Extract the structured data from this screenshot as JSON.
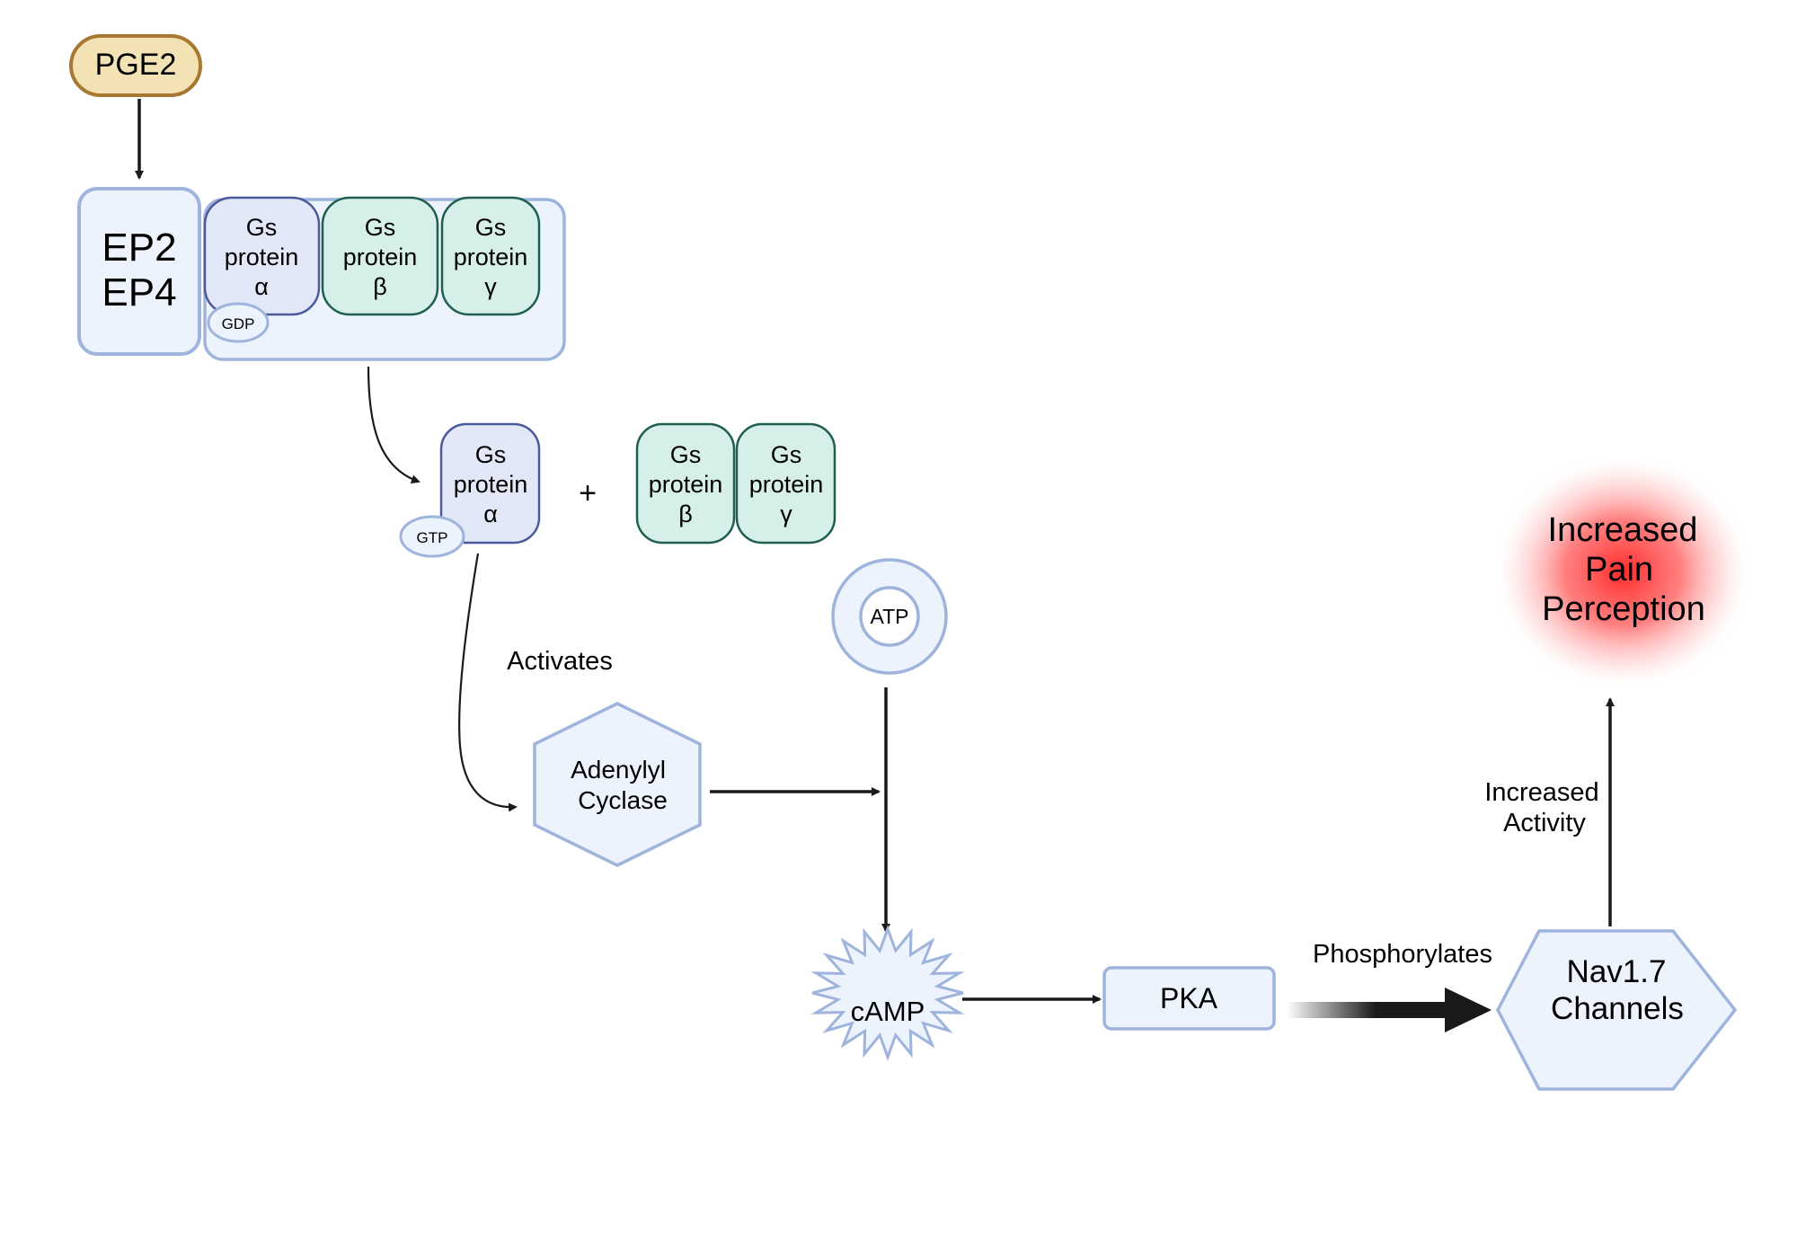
{
  "ligand": {
    "label": "PGE2",
    "fill": "#f3e2b3",
    "stroke": "#a87833"
  },
  "receptor": {
    "line1": "EP2",
    "line2": "EP4"
  },
  "gs_complex": {
    "alpha": {
      "l1": "Gs",
      "l2": "protein",
      "l3": "α"
    },
    "beta": {
      "l1": "Gs",
      "l2": "protein",
      "l3": "β"
    },
    "gamma": {
      "l1": "Gs",
      "l2": "protein",
      "l3": "γ"
    },
    "gdp": "GDP"
  },
  "activated": {
    "alpha": {
      "l1": "Gs",
      "l2": "protein",
      "l3": "α"
    },
    "gtp": "GTP",
    "plus": "+",
    "beta": {
      "l1": "Gs",
      "l2": "protein",
      "l3": "β"
    },
    "gamma": {
      "l1": "Gs",
      "l2": "protein",
      "l3": "γ"
    }
  },
  "activates_label": "Activates",
  "adenylyl_cyclase": {
    "l1": "Adenylyl",
    "l2": "Cyclase"
  },
  "atp": "ATP",
  "camp": "cAMP",
  "pka": "PKA",
  "phosphorylates_label": "Phosphorylates",
  "nav": {
    "l1": "Nav1.7",
    "l2": "Channels"
  },
  "increased_activity": {
    "l1": "Increased",
    "l2": "Activity"
  },
  "outcome": {
    "l1": "Increased",
    "l2": "Pain",
    "l3": "Perception",
    "glow": "#ff2a2a"
  },
  "colors": {
    "membrane_fill": "#edf3fc",
    "membrane_stroke": "#9fb4dc",
    "alpha_fill": "#e3e8f8",
    "alpha_stroke": "#4a5a9a",
    "teal_fill": "#d6efe9",
    "teal_stroke": "#1f5e50",
    "arrow": "#1a1a1a"
  }
}
